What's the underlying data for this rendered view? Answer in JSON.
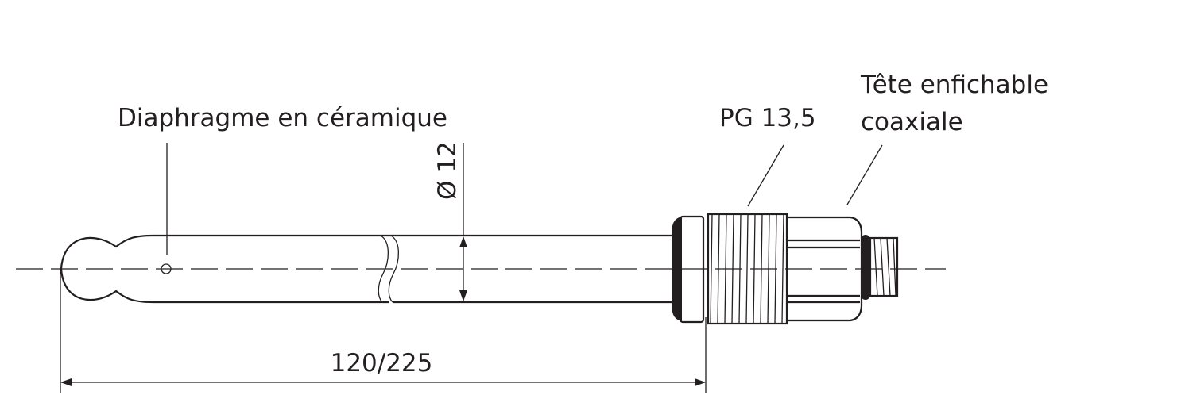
{
  "labels": {
    "diaphragm": "Diaphragme en céramique",
    "thread": "PG 13,5",
    "head_line1": "Tête enfichable",
    "head_line2": "coaxiale",
    "diameter": "Ø 12",
    "length": "120/225"
  },
  "colors": {
    "ink": "#231f20",
    "background": "#ffffff"
  }
}
